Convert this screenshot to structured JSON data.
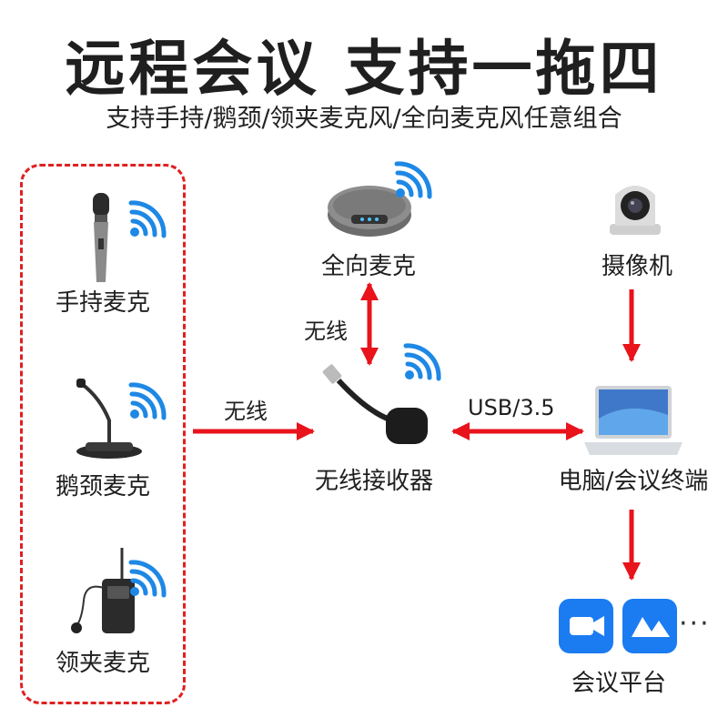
{
  "header": {
    "title": "远程会议  支持一拖四",
    "subtitle": "支持手持/鹅颈/领夹麦克风/全向麦克风任意组合"
  },
  "nodes": {
    "handheld_mic": "手持麦克",
    "gooseneck_mic": "鹅颈麦克",
    "lavalier_mic": "领夹麦克",
    "omni_mic": "全向麦克",
    "camera": "摄像机",
    "receiver": "无线接收器",
    "computer": "电脑/会议终端",
    "platform": "会议平台"
  },
  "edges": {
    "mics_to_receiver": "无线",
    "omni_to_receiver": "无线",
    "receiver_to_computer": "USB/3.5"
  },
  "platform_more": "···",
  "colors": {
    "arrow": "#e8131b",
    "wifi": "#1e88e5",
    "dash": "#e02020"
  }
}
